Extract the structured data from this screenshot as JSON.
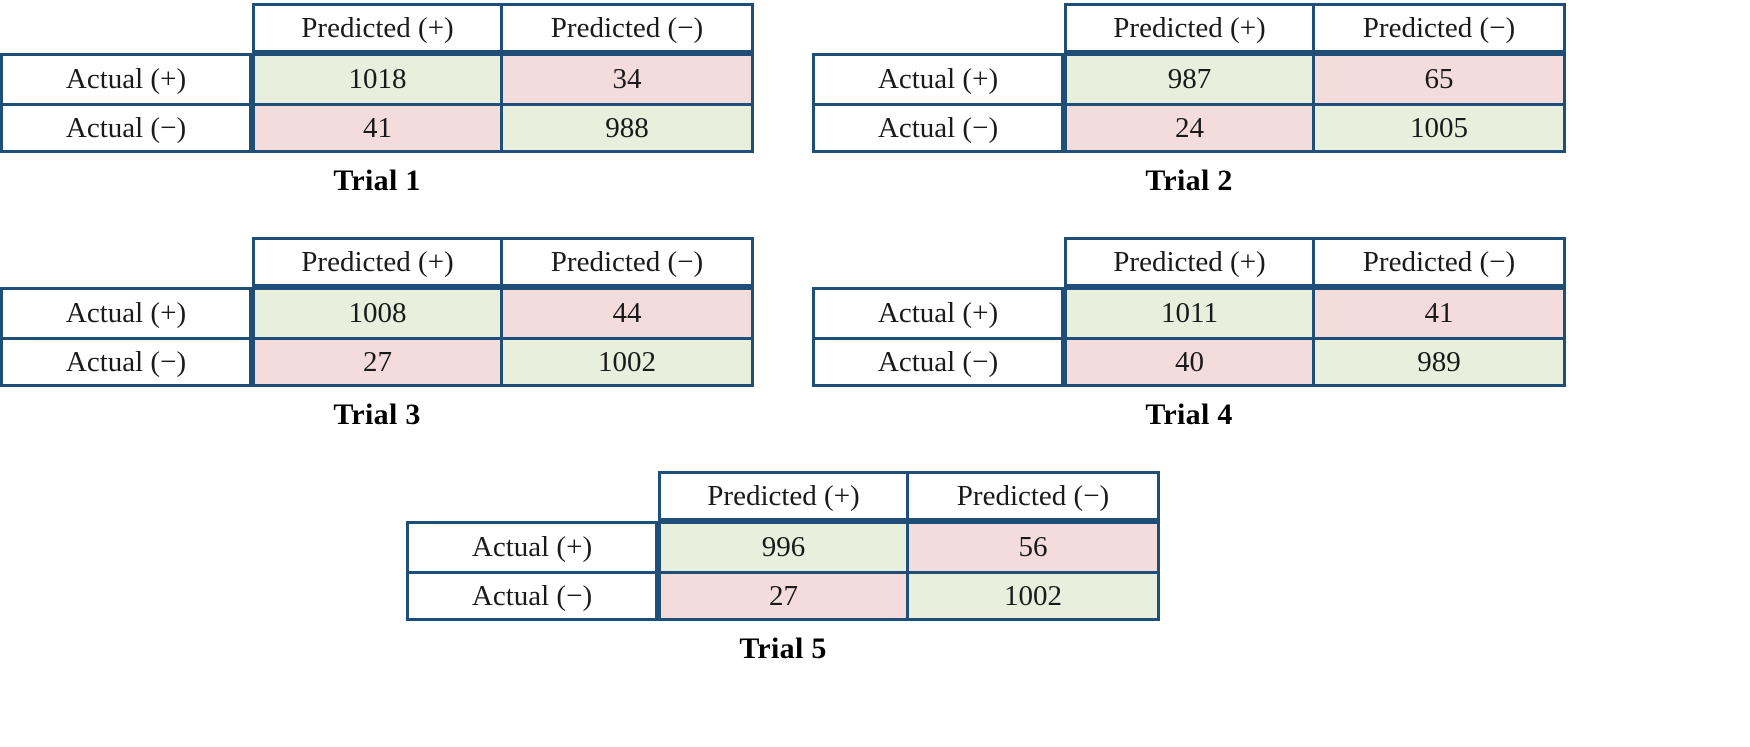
{
  "figure": {
    "type": "confusion-matrix-grid",
    "column_headers": [
      "Predicted (+)",
      "Predicted (−)"
    ],
    "row_headers": [
      "Actual (+)",
      "Actual (−)"
    ],
    "colors": {
      "border": "#1F4E79",
      "correct_fill": "#E9EFDD",
      "incorrect_fill": "#F4DCDD",
      "text": "#1a1a1a",
      "background": "#FFFFFF"
    },
    "matrices": [
      {
        "caption": "Trial 1",
        "rows": [
          {
            "label": "Actual (+)",
            "cells": [
              {
                "value": "1018",
                "kind": "correct"
              },
              {
                "value": "34",
                "kind": "incorrect"
              }
            ]
          },
          {
            "label": "Actual (−)",
            "cells": [
              {
                "value": "41",
                "kind": "incorrect"
              },
              {
                "value": "988",
                "kind": "correct"
              }
            ]
          }
        ]
      },
      {
        "caption": "Trial 2",
        "rows": [
          {
            "label": "Actual (+)",
            "cells": [
              {
                "value": "987",
                "kind": "correct"
              },
              {
                "value": "65",
                "kind": "incorrect"
              }
            ]
          },
          {
            "label": "Actual (−)",
            "cells": [
              {
                "value": "24",
                "kind": "incorrect"
              },
              {
                "value": "1005",
                "kind": "correct"
              }
            ]
          }
        ]
      },
      {
        "caption": "Trial 3",
        "rows": [
          {
            "label": "Actual (+)",
            "cells": [
              {
                "value": "1008",
                "kind": "correct"
              },
              {
                "value": "44",
                "kind": "incorrect"
              }
            ]
          },
          {
            "label": "Actual (−)",
            "cells": [
              {
                "value": "27",
                "kind": "incorrect"
              },
              {
                "value": "1002",
                "kind": "correct"
              }
            ]
          }
        ]
      },
      {
        "caption": "Trial 4",
        "rows": [
          {
            "label": "Actual (+)",
            "cells": [
              {
                "value": "1011",
                "kind": "correct"
              },
              {
                "value": "41",
                "kind": "incorrect"
              }
            ]
          },
          {
            "label": "Actual (−)",
            "cells": [
              {
                "value": "40",
                "kind": "incorrect"
              },
              {
                "value": "989",
                "kind": "correct"
              }
            ]
          }
        ]
      },
      {
        "caption": "Trial 5",
        "rows": [
          {
            "label": "Actual (+)",
            "cells": [
              {
                "value": "996",
                "kind": "correct"
              },
              {
                "value": "56",
                "kind": "incorrect"
              }
            ]
          },
          {
            "label": "Actual (−)",
            "cells": [
              {
                "value": "27",
                "kind": "incorrect"
              },
              {
                "value": "1002",
                "kind": "correct"
              }
            ]
          }
        ]
      }
    ]
  },
  "chart_data": {
    "type": "table",
    "title": "",
    "categories": [
      "Predicted (+)",
      "Predicted (−)"
    ],
    "series": [
      {
        "name": "Trial 1 / Actual (+)",
        "values": [
          1018,
          34
        ]
      },
      {
        "name": "Trial 1 / Actual (−)",
        "values": [
          41,
          988
        ]
      },
      {
        "name": "Trial 2 / Actual (+)",
        "values": [
          987,
          65
        ]
      },
      {
        "name": "Trial 2 / Actual (−)",
        "values": [
          24,
          1005
        ]
      },
      {
        "name": "Trial 3 / Actual (+)",
        "values": [
          1008,
          44
        ]
      },
      {
        "name": "Trial 3 / Actual (−)",
        "values": [
          27,
          1002
        ]
      },
      {
        "name": "Trial 4 / Actual (+)",
        "values": [
          1011,
          41
        ]
      },
      {
        "name": "Trial 4 / Actual (−)",
        "values": [
          40,
          989
        ]
      },
      {
        "name": "Trial 5 / Actual (+)",
        "values": [
          996,
          56
        ]
      },
      {
        "name": "Trial 5 / Actual (−)",
        "values": [
          27,
          1002
        ]
      }
    ],
    "xlabel": "",
    "ylabel": "",
    "grid": false,
    "legend": "none"
  }
}
